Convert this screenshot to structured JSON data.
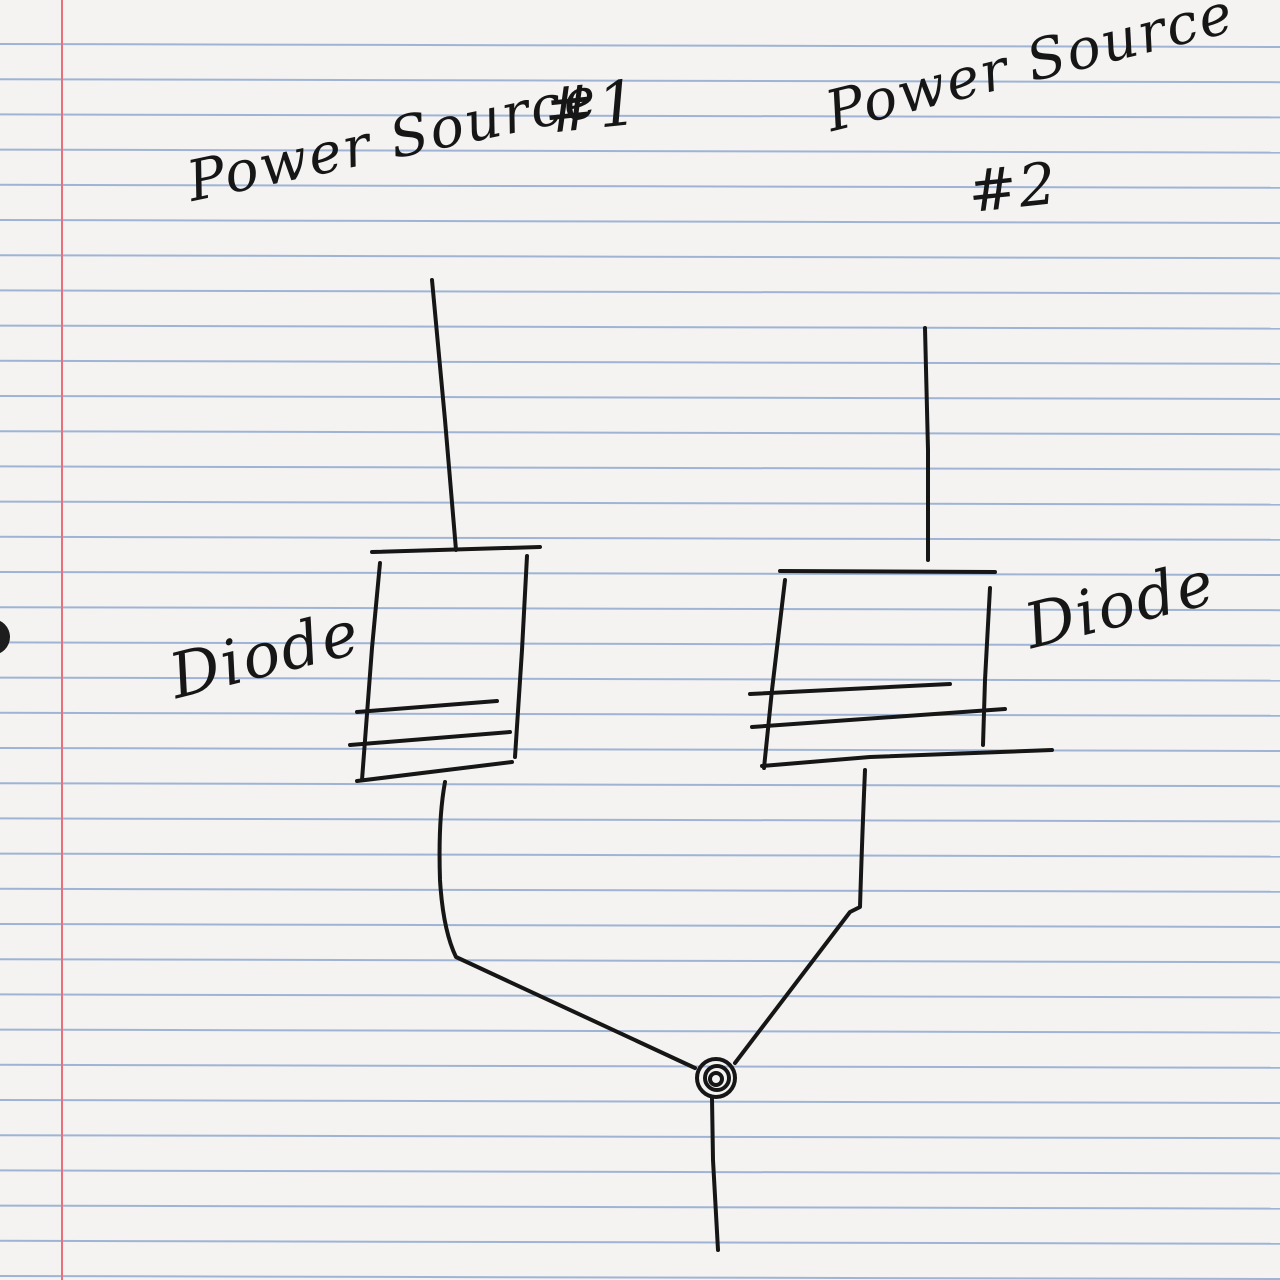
{
  "labels": {
    "power_source_1": "Power Source",
    "power_source_1_number": "#1",
    "power_source_2": "Power Source",
    "power_source_2_number": "#2",
    "diode_1": "Diode",
    "diode_2": "Diode"
  },
  "paper": {
    "background": "#f4f3f2",
    "rule_color": "#9fb4d4",
    "margin_color": "#e7707a",
    "ink_color": "#161616"
  }
}
